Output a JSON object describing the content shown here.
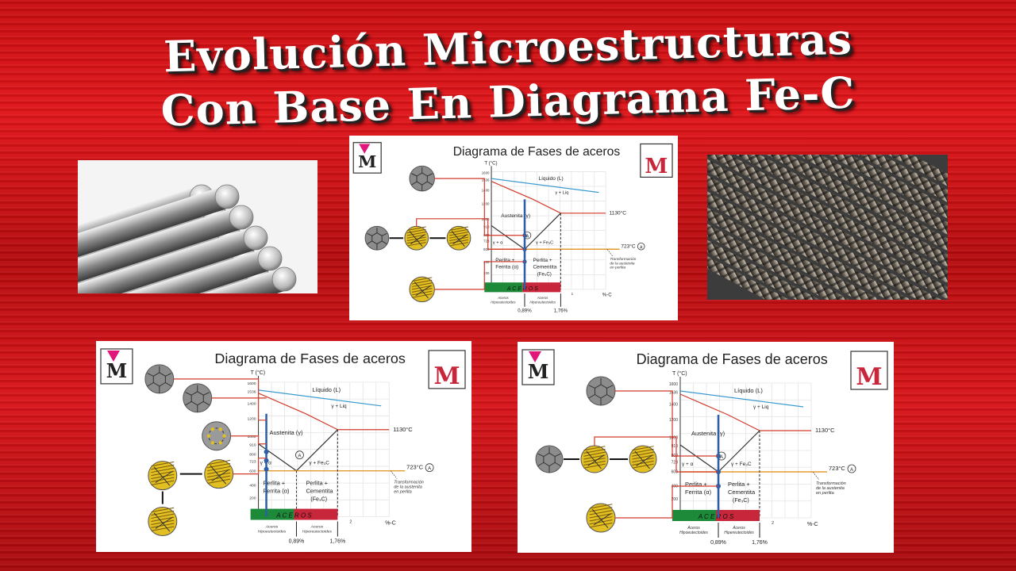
{
  "title": {
    "line1": "Evolución Microestructuras",
    "line2": "Con Base En Diagrama Fe-C"
  },
  "panel": {
    "title": "Diagrama de Fases de aceros",
    "axis_t": "T (°C)",
    "axis_c": "%-C",
    "liquid": "Líquido (L)",
    "gamma_liq": "γ + Liq",
    "austenite": "Austenita (γ)",
    "t1130": "1130°C",
    "t723": "723°C",
    "gamma_alpha": "γ + α",
    "gamma_fe3c": "γ + Fe₃C",
    "perlite_ferrite_1": "Perlita +",
    "perlite_ferrite_2": "Ferrita (α)",
    "perlite_cem_1": "Perlita +",
    "perlite_cem_2": "Cementita",
    "perlite_cem_3": "(Fe₃C)",
    "transform_1": "Transformación",
    "transform_2": "de la austenita",
    "transform_3": "en perlita",
    "aceros": "A C E R O S",
    "hipo_1": "Aceros",
    "hipo_2": "Hipoeutectoides",
    "hiper_1": "Aceros",
    "hiper_2": "Hipereutectoides",
    "pct1": "0,89%",
    "pct2": "1,76%",
    "one": "1",
    "two": "2",
    "ticks": [
      "1600",
      "1536",
      "1400",
      "1200",
      "1000",
      "910",
      "800",
      "723",
      "600",
      "400",
      "200"
    ],
    "point_label": "A",
    "logo_left": "M",
    "logo_right": "M"
  },
  "colors": {
    "background": "#d0121a",
    "liquidus": "#3b9bd0",
    "diagram_line": "#d23a2a",
    "steel_line": "#2b5fa8",
    "green": "#1d8a3a",
    "red_bar": "#c8263a",
    "grain_gray": "#8a8a8a",
    "grain_yellow": "#e6c21e"
  }
}
